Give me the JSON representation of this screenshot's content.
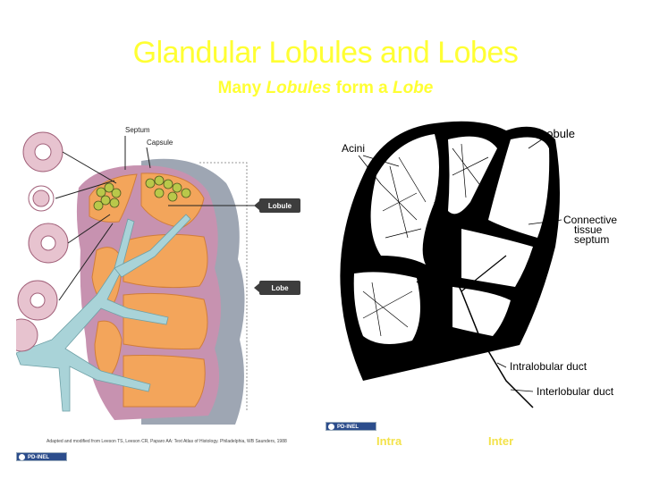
{
  "slide": {
    "title": "Glandular Lobules and Lobes",
    "subtitle": {
      "part1": "Many ",
      "em1": "Lobules",
      "part2": "  form a ",
      "em2": "Lobe"
    }
  },
  "left_figure": {
    "labels": {
      "septum": "Septum",
      "capsule": "Capsule",
      "lobule": "Lobule",
      "lobe": "Lobe"
    },
    "credit": "Adapted and modified from Leeson TS, Leeson CR, Paparo AA: Text Atlas of Histology. Philadelphia, WB Saunders, 1988",
    "badge": "PD-INEL"
  },
  "right_figure": {
    "labels": {
      "acini": "Acini",
      "lobule": "Lobule",
      "connective_1": "Connective",
      "connective_2": "tissue",
      "connective_3": "septum",
      "intralobular": "Intralobular duct",
      "interlobular": "Interlobular duct"
    },
    "badge": "PD-INEL"
  },
  "footer": {
    "intra": "Intra",
    "inter": "Inter"
  },
  "colors": {
    "title": "#ffff33",
    "badge": "#2c4d8c",
    "lobule_fill": "#f3a55b",
    "duct": "#a9d3d8"
  }
}
